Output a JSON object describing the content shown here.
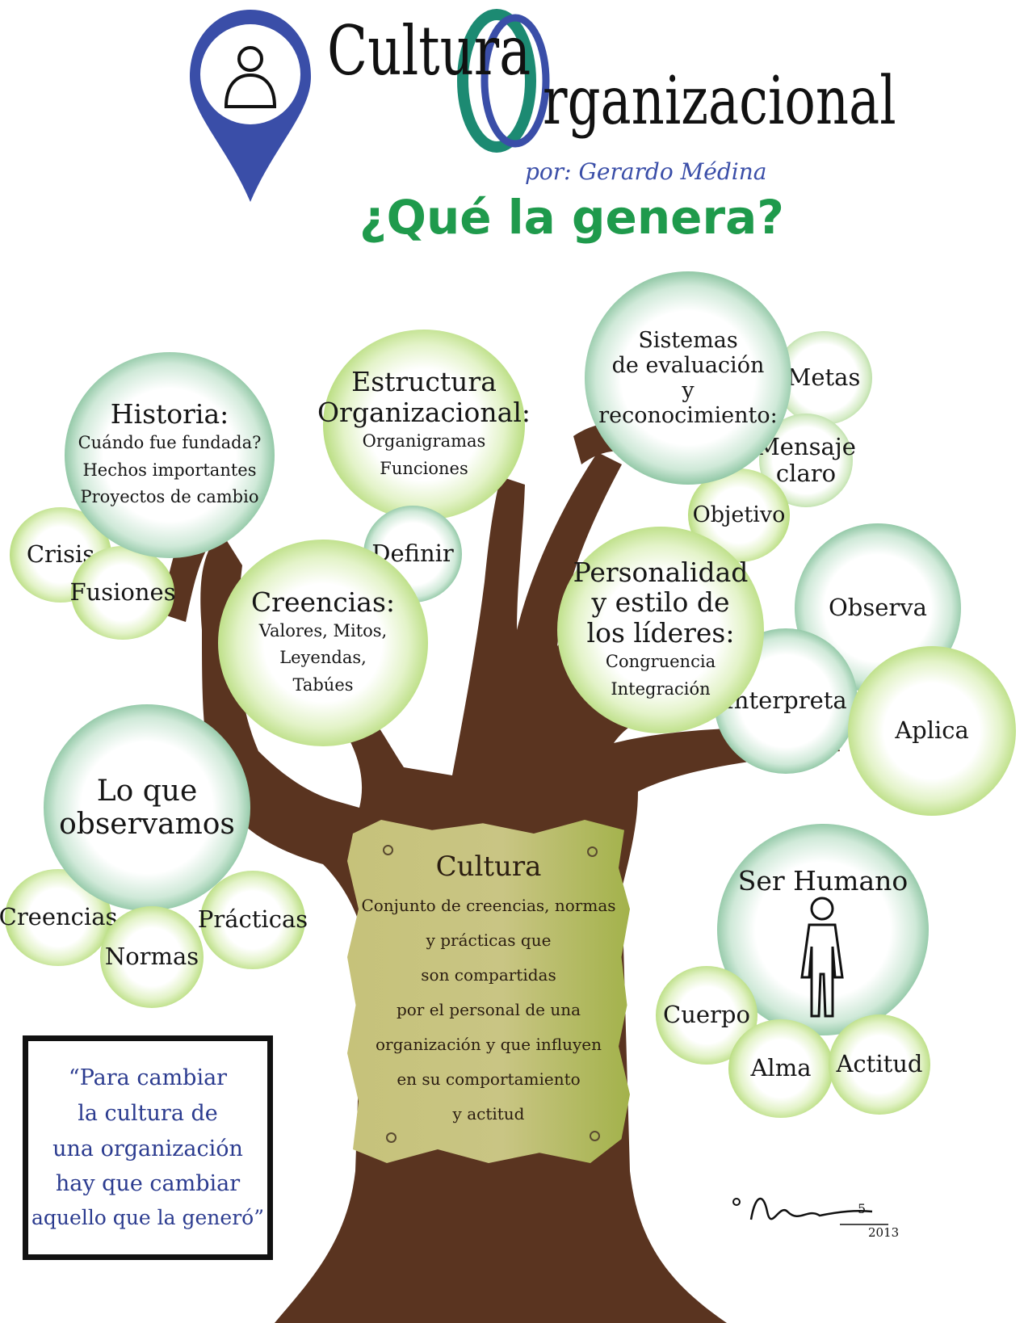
{
  "header": {
    "title_part1": "Cultura",
    "title_part2": "rganizacional",
    "author": "por: Gerardo Médina",
    "question": "¿Qué la genera?"
  },
  "bubbles": {
    "historia": {
      "title": "Historia:",
      "items": [
        "Cuándo fue fundada?",
        "Hechos importantes",
        "Proyectos de cambio"
      ]
    },
    "crisis": "Crisis",
    "fusiones": "Fusiones",
    "estructura": {
      "title1": "Estructura",
      "title2": "Organizacional:",
      "items": [
        "Organigramas",
        "Funciones"
      ]
    },
    "definir": "Definir",
    "sistemas": {
      "lines": [
        "Sistemas",
        "de evaluación",
        "y",
        "reconocimiento:"
      ]
    },
    "metas": "Metas",
    "mensaje": {
      "lines": [
        "Mensaje",
        "claro"
      ]
    },
    "objetivo": "Objetivo",
    "creencias_main": {
      "title": "Creencias:",
      "items": [
        "Valores, Mitos,",
        "Leyendas,",
        "Tabúes"
      ]
    },
    "personalidad": {
      "lines": [
        "Personalidad",
        "y estilo de",
        "los líderes:"
      ],
      "items": [
        "Congruencia",
        "Integración"
      ]
    },
    "observa": "Observa",
    "interpreta": "Interpreta",
    "aplica": "Aplica",
    "lo_que": {
      "lines": [
        "Lo que",
        "observamos"
      ]
    },
    "creencias_small": "Creencias",
    "normas": "Normas",
    "practicas": "Prácticas",
    "ser_humano": "Ser Humano",
    "cuerpo": "Cuerpo",
    "alma": "Alma",
    "actitud": "Actitud"
  },
  "scroll": {
    "title": "Cultura",
    "lines": [
      "Conjunto de creencias, normas",
      "y prácticas que",
      "son compartidas",
      "por el personal de una",
      "organización y que influyen",
      "en su comportamiento",
      "y actitud"
    ]
  },
  "quote": {
    "lines": [
      "“Para cambiar",
      "la cultura de",
      "una organización",
      "hay que cambiar",
      "aquello que la generó”"
    ]
  },
  "signature": {
    "day": "5",
    "year": "2013"
  },
  "colors": {
    "blue": "#3a4ea8",
    "teal": "#1c8a72",
    "green_title": "#1f9a4c",
    "trunk": "#5a3420",
    "dark_green": "#1e7a45",
    "light_green": "#8cc63f"
  }
}
